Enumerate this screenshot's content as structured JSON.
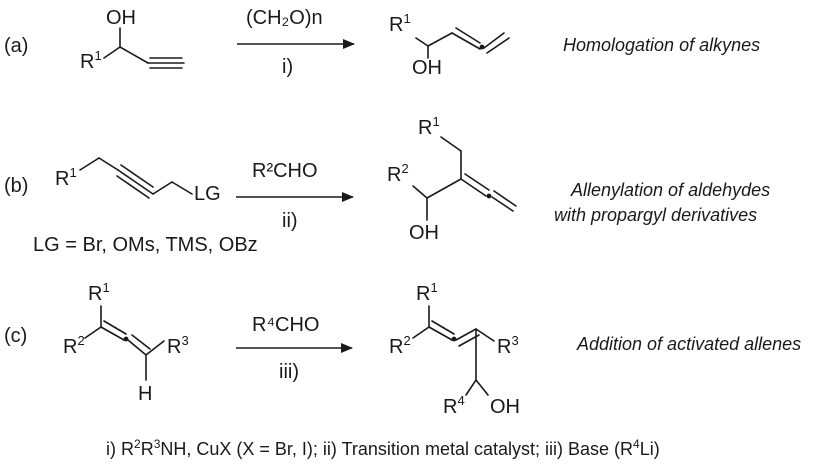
{
  "rows": [
    {
      "label": "(a)",
      "reagent_top": "(CH₂O)n",
      "reagent_bottom": "i)",
      "reactant": {
        "r1": "R",
        "r1_sup": "1",
        "oh": "OH"
      },
      "product": {
        "r1": "R",
        "r1_sup": "1",
        "oh": "OH"
      },
      "description": "Homologation of alkynes"
    },
    {
      "label": "(b)",
      "reagent_top": "R²CHO",
      "reagent_bottom": "ii)",
      "reactant": {
        "r1": "R",
        "r1_sup": "1",
        "lg": "LG"
      },
      "leaving_groups": "LG = Br, OMs, TMS, OBz",
      "product": {
        "r1": "R",
        "r1_sup": "1",
        "r2": "R",
        "r2_sup": "2",
        "oh": "OH"
      },
      "description_line1": "Allenylation of aldehydes",
      "description_line2": "with propargyl derivatives"
    },
    {
      "label": "(c)",
      "reagent_top": "R⁴CHO",
      "reagent_bottom": "iii)",
      "reactant": {
        "r1": "R",
        "r1_sup": "1",
        "r2": "R",
        "r2_sup": "2",
        "r3": "R",
        "r3_sup": "3",
        "h": "H"
      },
      "product": {
        "r1": "R",
        "r1_sup": "1",
        "r2": "R",
        "r2_sup": "2",
        "r3": "R",
        "r3_sup": "3",
        "r4": "R",
        "r4_sup": "4",
        "oh": "OH"
      },
      "description": "Addition of activated allenes"
    }
  ],
  "footnote": {
    "p1": "i) R",
    "s1": "2",
    "p2": "R",
    "s2": "3",
    "p3": "NH, CuX (X = Br, I); ii) Transition metal catalyst; iii) Base (R",
    "s3": "4",
    "p4": "Li)"
  }
}
